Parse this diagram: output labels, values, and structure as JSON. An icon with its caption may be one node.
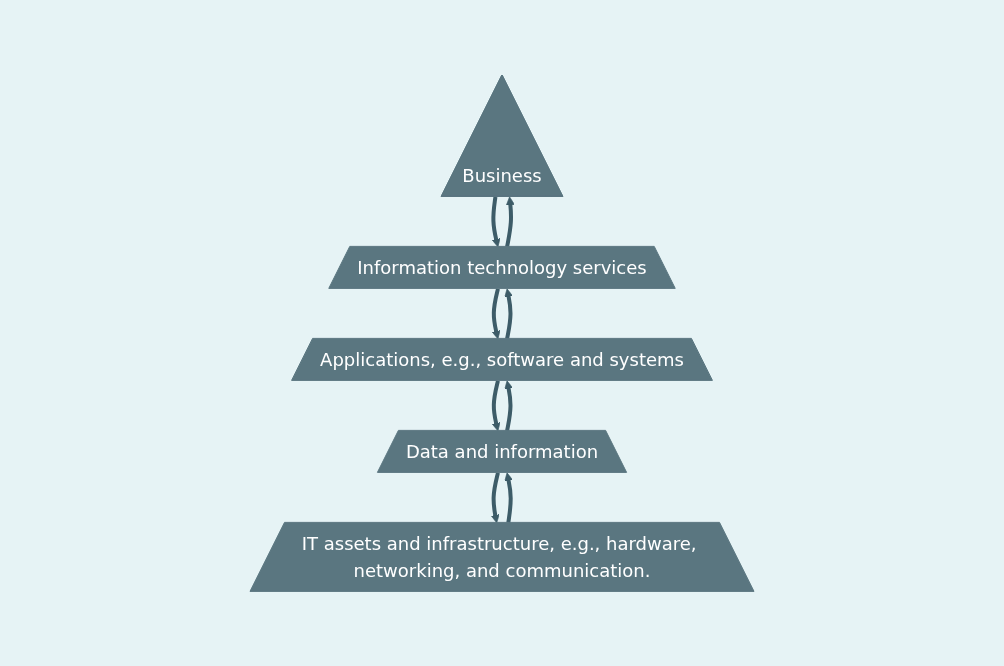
{
  "diagram": {
    "nodes": [
      {
        "text": [
          "Business"
        ]
      },
      {
        "text": [
          "Information technology services"
        ]
      },
      {
        "text": [
          "Applications, e.g., software and systems"
        ]
      },
      {
        "text": [
          "Data and information"
        ]
      },
      {
        "text": [
          "IT assets and infrastructure, e.g., hardware, networking, and communication."
        ]
      }
    ],
    "edges": [
      {
        "from": 0,
        "to": 1,
        "arrow": "to"
      },
      {
        "from": 1,
        "to": 2,
        "arrow": "to"
      },
      {
        "from": 2,
        "to": 3,
        "arrow": "to"
      },
      {
        "from": 3,
        "to": 4,
        "arrow": "to"
      },
      {
        "from": 1,
        "to": 0,
        "arrow": "to"
      },
      {
        "from": 2,
        "to": 1,
        "arrow": "to"
      },
      {
        "from": 3,
        "to": 2,
        "arrow": "to"
      },
      {
        "from": 4,
        "to": 3,
        "arrow": "to"
      }
    ]
  }
}
